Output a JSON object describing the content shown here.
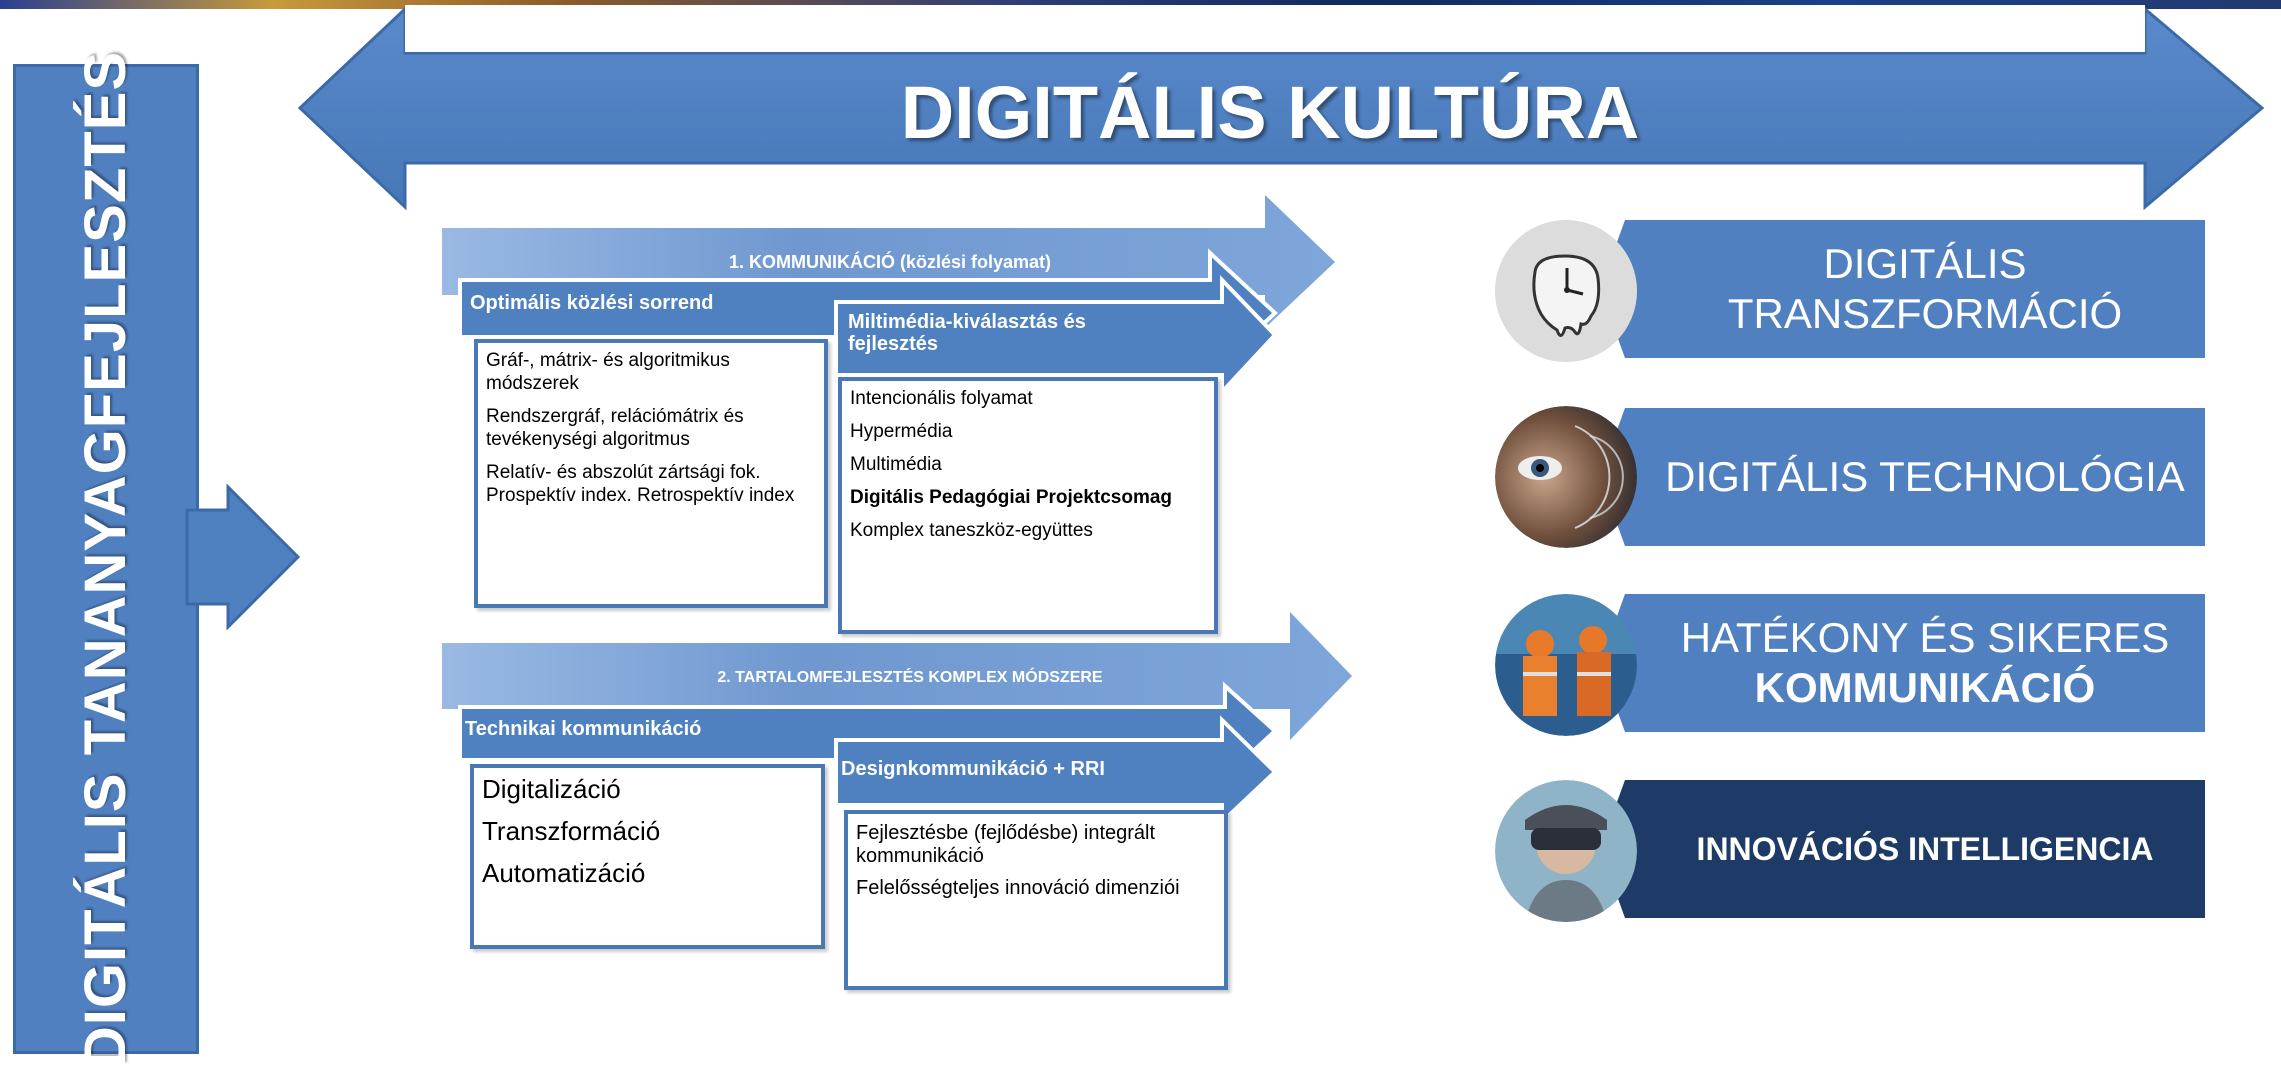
{
  "title": "DIGITÁLIS KULTÚRA",
  "left_banner": "DIGITÁLIS TANANYAGFEJLESZTÉS",
  "section1": {
    "band": "1. KOMMUNIKÁCIÓ (közlési folyamat)",
    "left_header": "Optimális közlési sorrend",
    "left_items": [
      "Gráf-, mátrix- és algoritmikus módszerek",
      "Rendszergráf, relációmátrix és tevékenységi algoritmus",
      "Relatív- és abszolút zártsági fok. Prospektív index. Retrospektív index"
    ],
    "right_header": "Miltimédia-kiválasztás és fejlesztés",
    "right_items": [
      "Intencionális folyamat",
      "Hypermédia",
      "Multimédia",
      "Digitális Pedagógiai Projektcsomag",
      "Komplex taneszköz-együttes"
    ]
  },
  "section2": {
    "band": "2. TARTALOMFEJLESZTÉS KOMPLEX MÓDSZERE",
    "left_header": "Technikai kommunikáció",
    "left_items": [
      "Digitalizáció",
      "Transzformáció",
      "Automatizáció"
    ],
    "right_header": "Designkommunikáció + RRI",
    "right_items": [
      "Fejlesztésbe (fejlődésbe) integrált kommunikáció",
      "Felelősségteljes innováció dimenziói"
    ]
  },
  "cards": [
    {
      "line1": "DIGITÁLIS",
      "line2": "TRANSZFORMÁCIÓ",
      "icon": "melting-clock-icon"
    },
    {
      "line1": "DIGITÁLIS TECHNOLÓGIA",
      "icon": "eye-scan-icon"
    },
    {
      "line1": "HATÉKONY ÉS SIKERES",
      "line2": "KOMMUNIKÁCIÓ",
      "icon": "engineers-icon"
    },
    {
      "line1": "INNOVÁCIÓS INTELLIGENCIA",
      "icon": "vr-headset-icon"
    }
  ],
  "colors": {
    "primary_blue": "#5080c0",
    "dark_blue": "#1d3b66",
    "border_blue": "#4a78b4"
  }
}
